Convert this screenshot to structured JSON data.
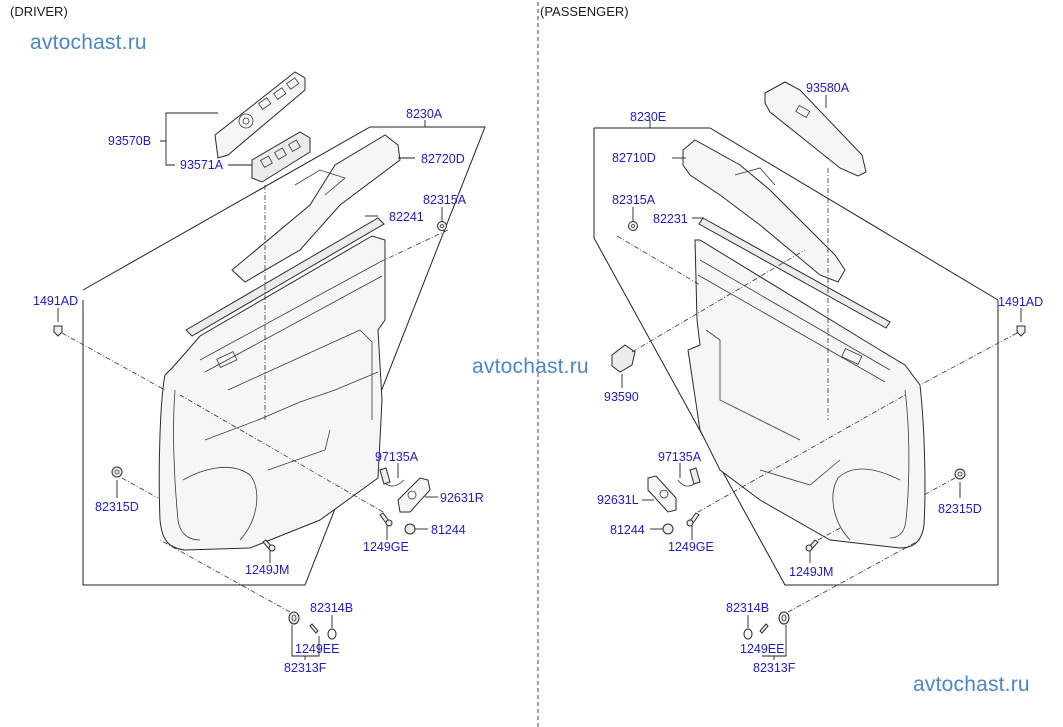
{
  "sections": {
    "driver_title": "(DRIVER)",
    "passenger_title": "(PASSENGER)"
  },
  "watermarks": {
    "top_left": "avtochast.ru",
    "center": "avtochast.ru",
    "bottom_right": "avtochast.ru"
  },
  "driver_labels": {
    "assembly": "8230A",
    "switch_assy": "93570B",
    "switch_unit": "93571A",
    "armrest": "82720D",
    "clip_upper": "82315A",
    "weatherstrip": "82241",
    "screw_fastener": "1491AD",
    "clip_lower": "82315D",
    "harness": "97135A",
    "lamp": "92631R",
    "nut": "81244",
    "screw_ge": "1249GE",
    "screw_jm": "1249JM",
    "cap": "82314B",
    "screw_ee": "1249EE",
    "cover_set": "82313F"
  },
  "passenger_labels": {
    "assembly": "8230E",
    "switch": "93580A",
    "armrest": "82710D",
    "clip_upper": "82315A",
    "weatherstrip": "82231",
    "switch_small": "93590",
    "screw_fastener": "1491AD",
    "clip_lower": "82315D",
    "harness": "97135A",
    "lamp": "92631L",
    "nut": "81244",
    "screw_ge": "1249GE",
    "screw_jm": "1249JM",
    "cap": "82314B",
    "screw_ee": "1249EE",
    "cover_set": "82313F"
  }
}
